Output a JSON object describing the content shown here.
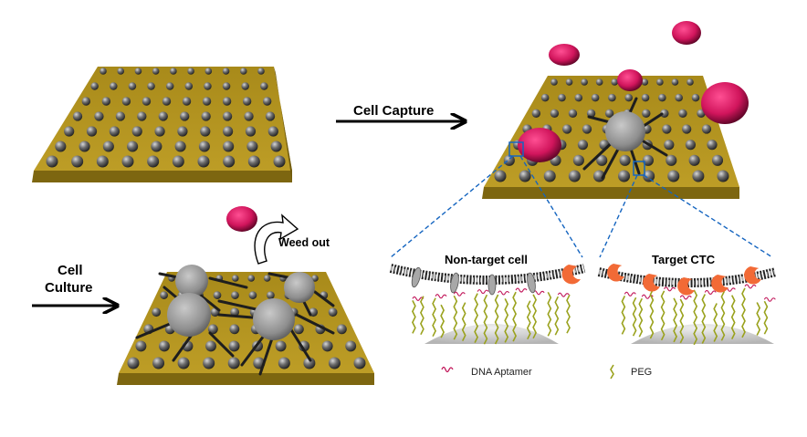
{
  "labels": {
    "cell_capture": "Cell Capture",
    "cell_culture_line1": "Cell",
    "cell_culture_line2": "Culture",
    "weed_out": "Weed out",
    "non_target_cell": "Non-target cell",
    "target_ctc": "Target CTC"
  },
  "legend": {
    "dna_aptamer": "DNA  Aptamer",
    "peg": "PEG"
  },
  "colors": {
    "substrate_top": "#b3951f",
    "substrate_side": "#7d6610",
    "nanosphere": "#5a5a5a",
    "non_target_cell": "#d81b60",
    "captured_cell": "#9a9a9a",
    "receptor": "#f26a36",
    "membrane_protein": "#a8a8a8",
    "aptamer": "#c2185b",
    "peg": "#9aa21d",
    "zoom_line": "#1565c0"
  },
  "panels": [
    {
      "name": "bare-substrate",
      "state": "nanostructured substrate"
    },
    {
      "name": "capture-substrate",
      "state": "target CTC captured, non-target cells free"
    },
    {
      "name": "culture-substrate",
      "state": "captured cells cultured"
    }
  ]
}
